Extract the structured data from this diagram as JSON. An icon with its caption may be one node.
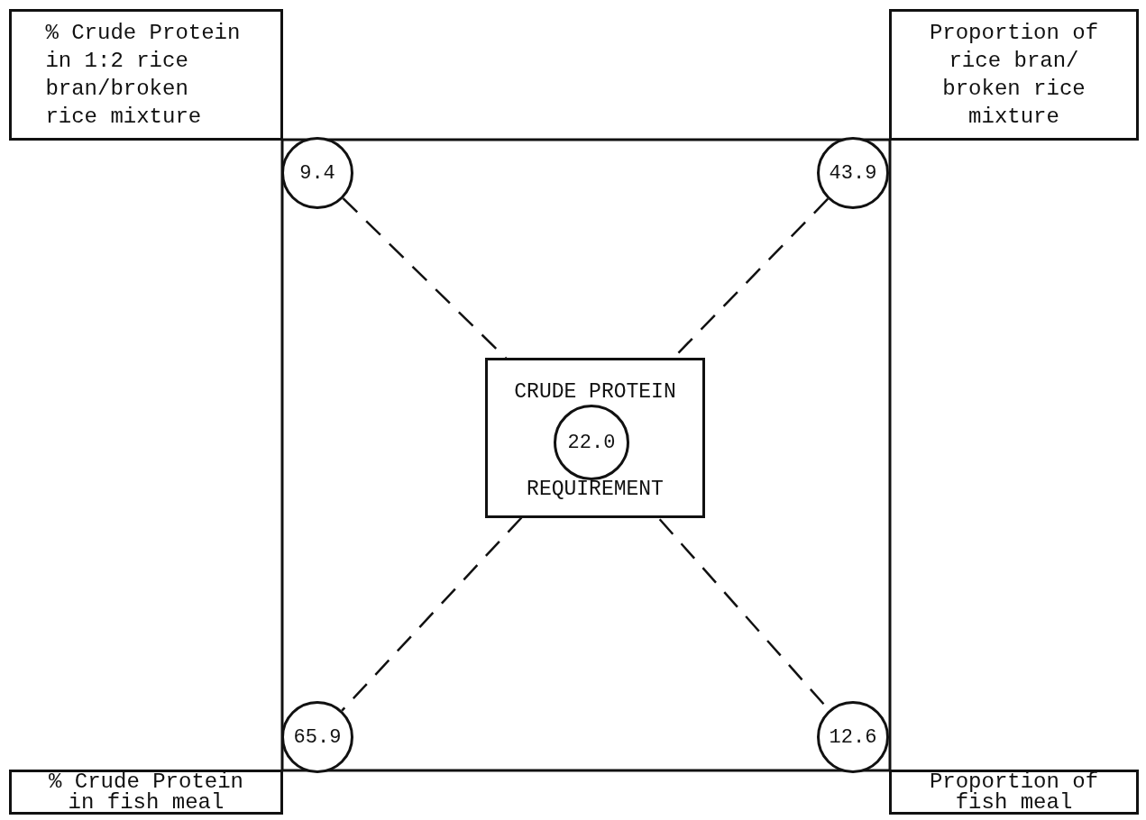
{
  "diagram": {
    "nodes": [
      {
        "text": [
          "% Crude Protein in 1:2 rice bran/broken rice mixture"
        ]
      },
      {
        "text": [
          "Proportion of rice bran/ broken rice mixture"
        ]
      },
      {
        "text": [
          "9.4"
        ]
      },
      {
        "text": [
          "43.9"
        ]
      },
      {
        "text": [
          "CRUDE PROTEIN",
          "REQUIREMENT"
        ]
      },
      {
        "text": [
          "22.0"
        ],
        "in": 4
      },
      {
        "text": [
          "65.9"
        ]
      },
      {
        "text": [
          "12.6"
        ]
      },
      {
        "text": [
          "% Crude Protein in fish meal"
        ]
      },
      {
        "text": [
          "Proportion of fish meal"
        ]
      }
    ],
    "edges": [
      {
        "from": 2,
        "to": 5,
        "arrow": "none",
        "style": "dashed"
      },
      {
        "from": 3,
        "to": 5,
        "arrow": "none",
        "style": "dashed"
      },
      {
        "from": 5,
        "to": 6,
        "arrow": "none",
        "style": "dashed"
      },
      {
        "from": 5,
        "to": 7,
        "arrow": "none",
        "style": "dashed"
      }
    ]
  }
}
